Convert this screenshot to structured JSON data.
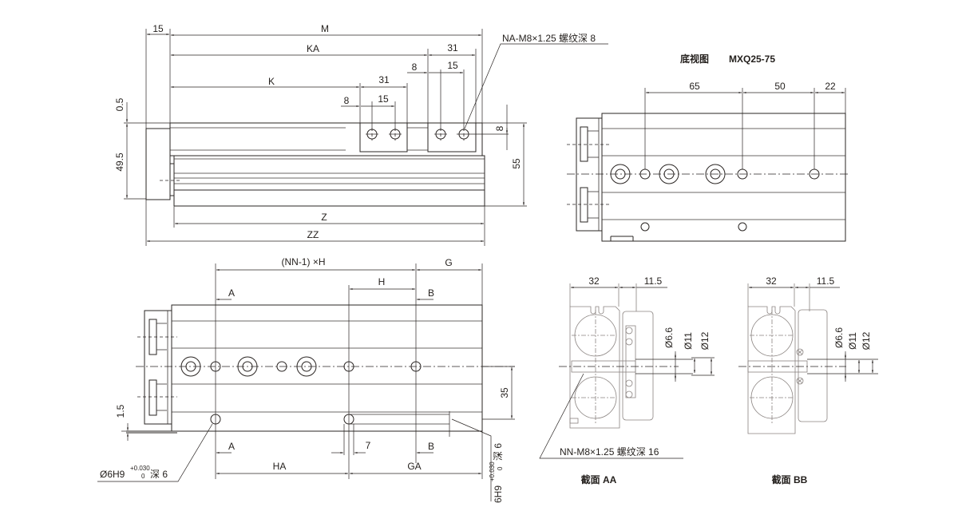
{
  "top_view": {
    "dims": {
      "d15": "15",
      "M": "M",
      "KA": "KA",
      "K": "K",
      "d31a": "31",
      "d31b": "31",
      "d8a": "8",
      "d8b": "8",
      "d15a": "15",
      "d15b": "15",
      "d8v": "8",
      "d0_5": "0.5",
      "d49_5": "49.5",
      "d55": "55",
      "Z": "Z",
      "ZZ": "ZZ"
    },
    "callout": "NA-M8×1.25 螺纹深 8"
  },
  "bottom_view": {
    "title": "底视图",
    "model": "MXQ25-75",
    "dims": {
      "d65": "65",
      "d50": "50",
      "d22": "22"
    }
  },
  "front_view": {
    "dims": {
      "nnh": "(NN-1) ×H",
      "G": "G",
      "H": "H",
      "A1": "A",
      "B1": "B",
      "A2": "A",
      "B2": "B",
      "d35": "35",
      "d1_5": "1.5",
      "d7": "7",
      "HA": "HA",
      "GA": "GA"
    },
    "callout_left": {
      "main": "Ø6H9",
      "tol_upper": "+0.030",
      "tol_lower": "0",
      "depth": "深 6"
    },
    "callout_right": {
      "main": "6H9",
      "tol_upper": "+0.030",
      "tol_lower": "0",
      "depth": "深 6"
    }
  },
  "section_aa": {
    "label": "截面 AA",
    "dims": {
      "d32": "32",
      "d11_5": "11.5",
      "phi66": "Ø6.6",
      "phi11": "Ø11",
      "phi12": "Ø12"
    },
    "callout": "NN-M8×1.25 螺纹深 16"
  },
  "section_bb": {
    "label": "截面 BB",
    "dims": {
      "d32": "32",
      "d11_5": "11.5",
      "phi66": "Ø6.6",
      "phi11": "Ø11",
      "phi12": "Ø12"
    }
  }
}
